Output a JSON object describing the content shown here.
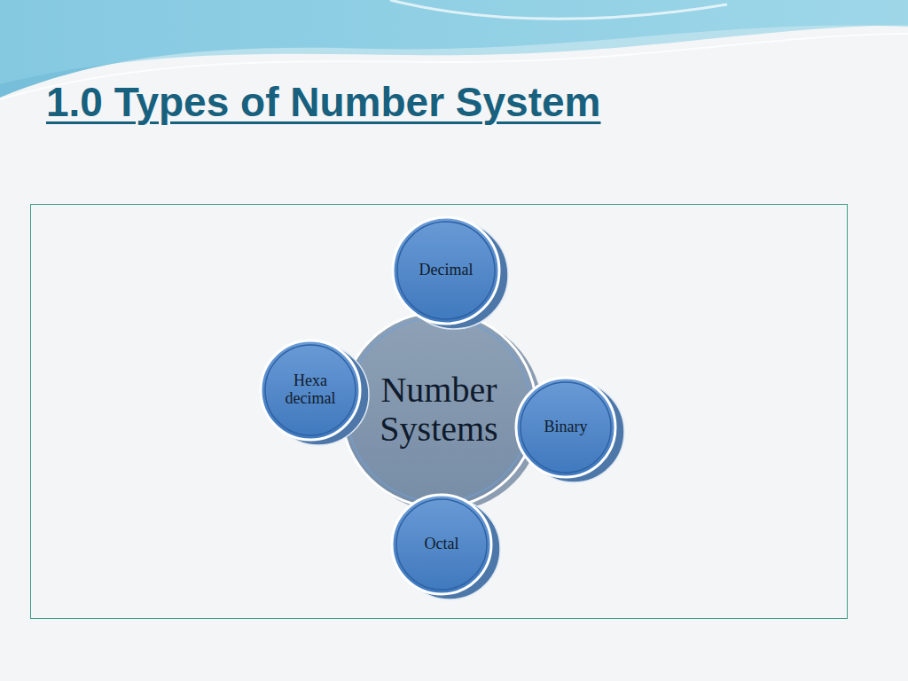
{
  "diagram": {
    "title": "1.0 Types of Number System",
    "nodes": [
      {
        "text": [
          "Number Systems"
        ]
      },
      {
        "text": [
          "Decimal"
        ]
      },
      {
        "text": [
          "Binary"
        ]
      },
      {
        "text": [
          "Octal"
        ]
      },
      {
        "text": [
          "Hexa decimal"
        ]
      }
    ]
  }
}
